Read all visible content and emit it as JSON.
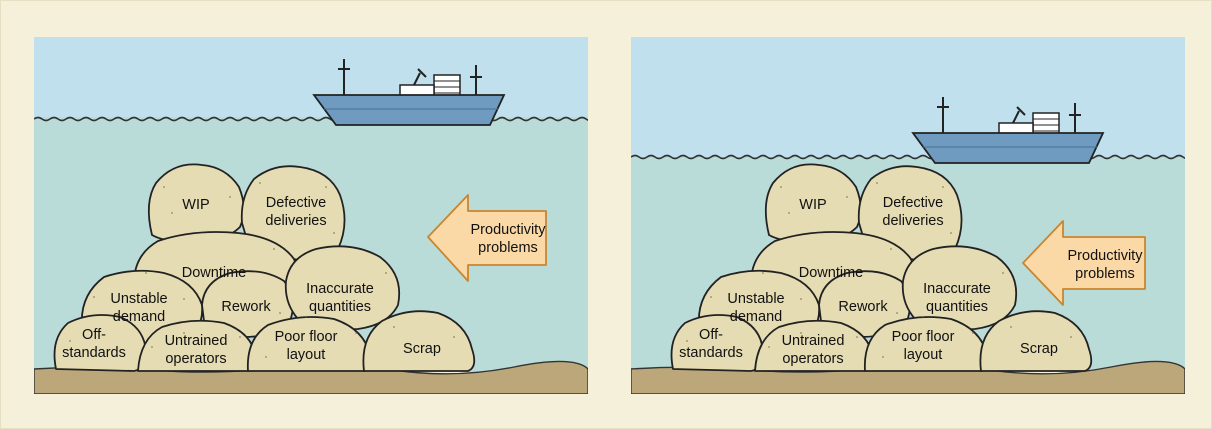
{
  "colors": {
    "page_bg": "#f5f0d9",
    "sky": "#bfe0ec",
    "water": "#b9dcd8",
    "seabed": "#bca77a",
    "rock": "#e6dcb4",
    "rock_stroke": "#222222",
    "ship_hull": "#6f9bc0",
    "arrow_fill": "#fbd9a6",
    "arrow_stroke": "#c9852f"
  },
  "rocks": {
    "wip": "WIP",
    "defective_1": "Defective",
    "defective_2": "deliveries",
    "downtime": "Downtime",
    "unstable_1": "Unstable",
    "unstable_2": "demand",
    "rework": "Rework",
    "inaccurate_1": "Inaccurate",
    "inaccurate_2": "quantities",
    "off_1": "Off-",
    "off_2": "standards",
    "untrained_1": "Untrained",
    "untrained_2": "operators",
    "poor_1": "Poor floor",
    "poor_2": "layout",
    "scrap": "Scrap"
  },
  "arrow": {
    "line1": "Productivity",
    "line2": "problems",
    "icon": "left-arrow-icon"
  },
  "icons": [
    "ship-icon",
    "rock-icon",
    "left-arrow-icon",
    "wave-icon"
  ],
  "panels": [
    {
      "name": "high-water-level",
      "water_level": "high"
    },
    {
      "name": "lowered-water-level",
      "water_level": "low"
    }
  ]
}
